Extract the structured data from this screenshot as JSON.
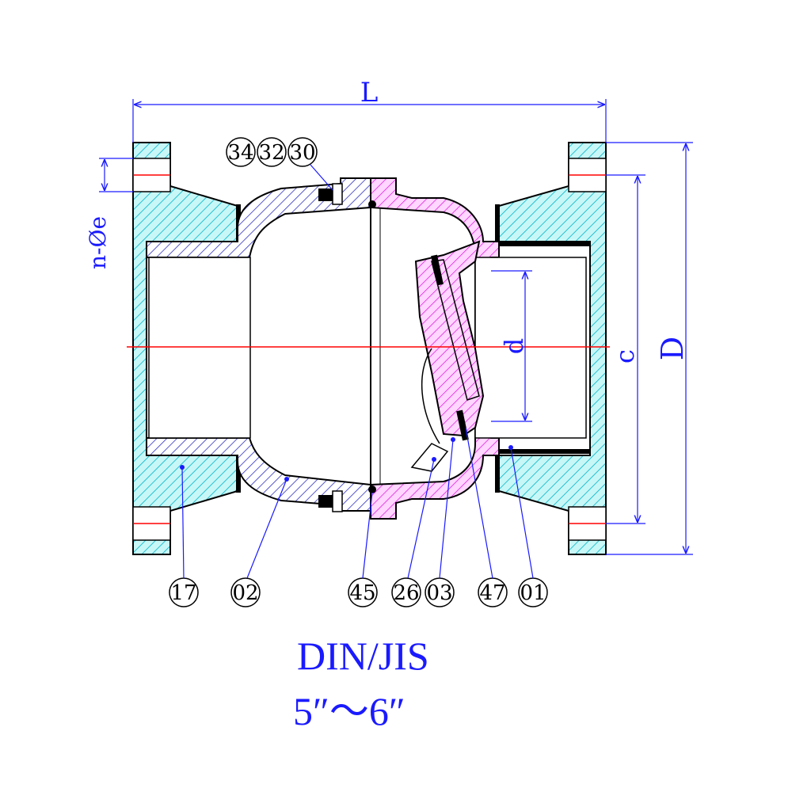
{
  "dimensions": {
    "length": "L",
    "bolt_holes": "n-Øe",
    "bolt_circle": "c",
    "outer_diameter": "D",
    "bore": "d"
  },
  "callouts_top": [
    "34",
    "32",
    "30"
  ],
  "callouts_bottom": [
    "17",
    "02",
    "45",
    "26",
    "03",
    "47",
    "01"
  ],
  "title": {
    "standard": "DIN/JIS",
    "size_range": "5″～6″"
  },
  "colors": {
    "dimension_lines": "#1a1aff",
    "centerline": "#ff0000",
    "flange_hatch": "#00c8c8",
    "body_hatch": "#3030c0",
    "bonnet_hatch": "#ff30ff"
  }
}
